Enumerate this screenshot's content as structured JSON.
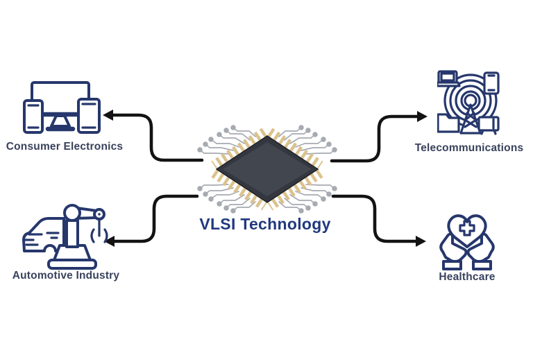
{
  "center": {
    "label": "VLSI Technology",
    "icon": "microchip-icon"
  },
  "nodes": [
    {
      "id": "consumer-electronics",
      "label": "Consumer Electronics",
      "icon": "devices-icon",
      "position": "top-left"
    },
    {
      "id": "telecommunications",
      "label": "Telecommunications",
      "icon": "broadcast-tower-icon",
      "position": "top-right"
    },
    {
      "id": "automotive-industry",
      "label": "Automotive Industry",
      "icon": "robot-arm-car-icon",
      "position": "bottom-left"
    },
    {
      "id": "healthcare",
      "label": "Healthcare",
      "icon": "hands-heart-icon",
      "position": "bottom-right"
    }
  ],
  "connectors": [
    {
      "from": "vlsi-chip",
      "to": "consumer-electronics"
    },
    {
      "from": "vlsi-chip",
      "to": "telecommunications"
    },
    {
      "from": "vlsi-chip",
      "to": "automotive-industry"
    },
    {
      "from": "vlsi-chip",
      "to": "healthcare"
    }
  ],
  "colors": {
    "background": "#ffffff",
    "icon_stroke": "#26376c",
    "label_text": "#39425c",
    "title_text": "#21397d",
    "arrow": "#131313",
    "chip_body": "#34373f",
    "chip_face": "#42464f",
    "chip_pins": "#dbc28c",
    "trace": "#a6aab1"
  }
}
